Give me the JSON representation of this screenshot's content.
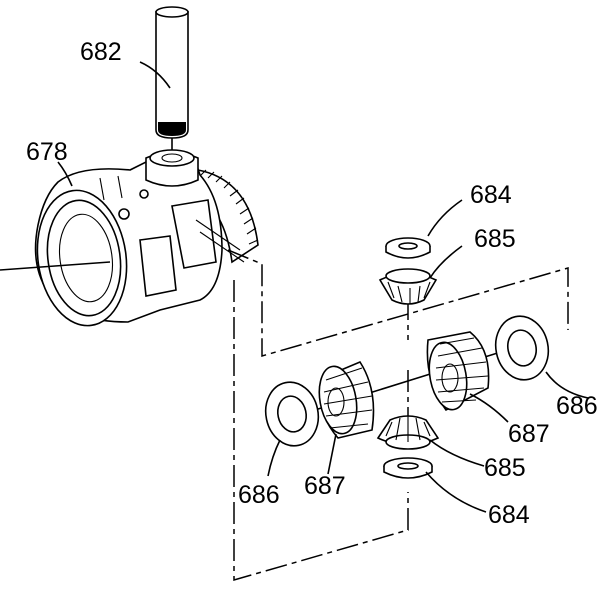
{
  "callouts": {
    "pinion_shaft": "682",
    "case": "678",
    "thrust_washer_top": "684",
    "pinion_gear_top": "685",
    "side_gear_washer_right": "686",
    "side_gear_right": "687",
    "side_gear_washer_left": "686",
    "side_gear_left": "687",
    "pinion_gear_bottom": "685",
    "thrust_washer_bottom": "684"
  },
  "colors": {
    "ink": "#000000",
    "paper": "#ffffff"
  }
}
